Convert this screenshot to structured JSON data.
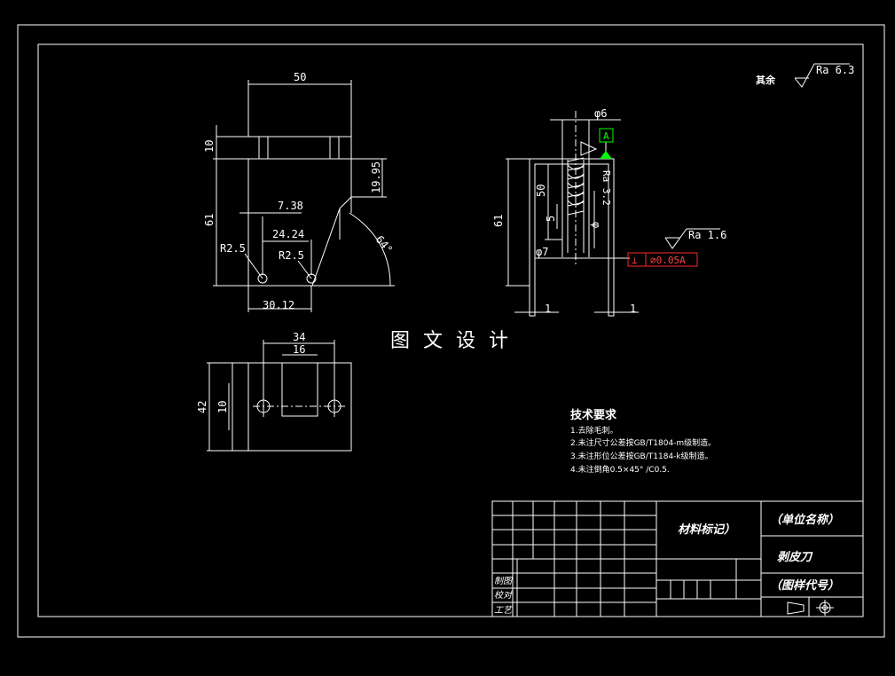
{
  "watermark": "图 文 设 计",
  "roughness": {
    "other_label": "其余",
    "default_ra": "Ra 6.3",
    "side_ra": "Ra 1.6",
    "face_ra": "Ra 3.2"
  },
  "front_view": {
    "dim_width": "50",
    "dim_top_height": "10",
    "dim_height": "61",
    "dim_side": "19.95",
    "dim_x1": "7.38",
    "dim_x2": "24.24",
    "dim_bottom": "30.12",
    "dim_angle": "64°",
    "radius_left": "R2.5",
    "radius_right": "R2.5"
  },
  "side_view": {
    "dim_dia_top": "φ6",
    "datum": "A",
    "dim_height": "61",
    "dim_inner": "50",
    "dim_small": "5",
    "dim_dia_small": "φ",
    "dim_dia_hole": "φ7",
    "dim_left_gap": "1",
    "dim_right_gap": "1",
    "tolerance_symbol": "⊥",
    "tolerance_value": "∅0.05A"
  },
  "top_view": {
    "dim_34": "34",
    "dim_16": "16",
    "dim_42": "42",
    "dim_10": "10"
  },
  "tech_requirements": {
    "title": "技术要求",
    "items": [
      "1.去除毛刺。",
      "2.未注尺寸公差按GB/T1804-m级制造。",
      "3.未注形位公差按GB/T1184-k级制造。",
      "4.未注倒角0.5×45° /C0.5."
    ]
  },
  "title_block": {
    "material_mark": "材料标记）",
    "unit_name": "（单位名称）",
    "part_name": "剥皮刀",
    "drawing_code": "（图样代号）",
    "label_drawing": "制图",
    "label_check": "校对",
    "label_process": "工艺"
  }
}
